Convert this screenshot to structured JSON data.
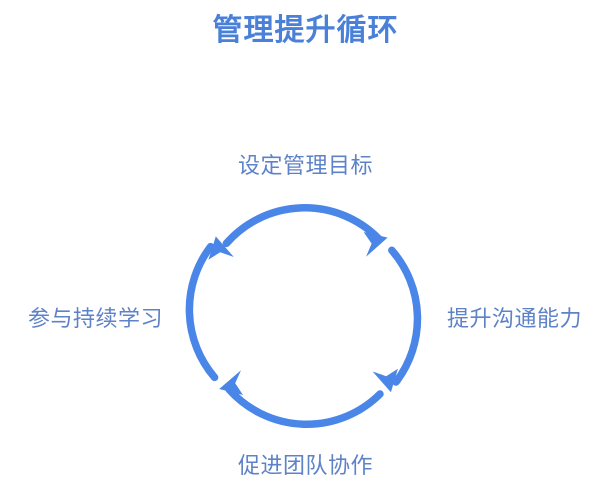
{
  "title": "管理提升循环",
  "colors": {
    "title": "#4a80d8",
    "arc": "#4a86e8",
    "label": "#5e82c8",
    "background": "#ffffff"
  },
  "diagram": {
    "type": "cycle",
    "direction": "clockwise",
    "segment_count": 4,
    "stages": [
      {
        "position": "top",
        "label": "设定管理目标"
      },
      {
        "position": "right",
        "label": "提升沟通能力"
      },
      {
        "position": "bottom",
        "label": "促进团队协作"
      },
      {
        "position": "left",
        "label": "参与持续学习"
      }
    ],
    "arrows": [
      {
        "name": "arrow-top-to-right",
        "from": "设定管理目标",
        "to": "提升沟通能力"
      },
      {
        "name": "arrow-right-to-bottom",
        "from": "提升沟通能力",
        "to": "促进团队协作"
      },
      {
        "name": "arrow-bottom-to-left",
        "from": "促进团队协作",
        "to": "参与持续学习"
      },
      {
        "name": "arrow-left-to-top",
        "from": "参与持续学习",
        "to": "设定管理目标"
      }
    ]
  }
}
